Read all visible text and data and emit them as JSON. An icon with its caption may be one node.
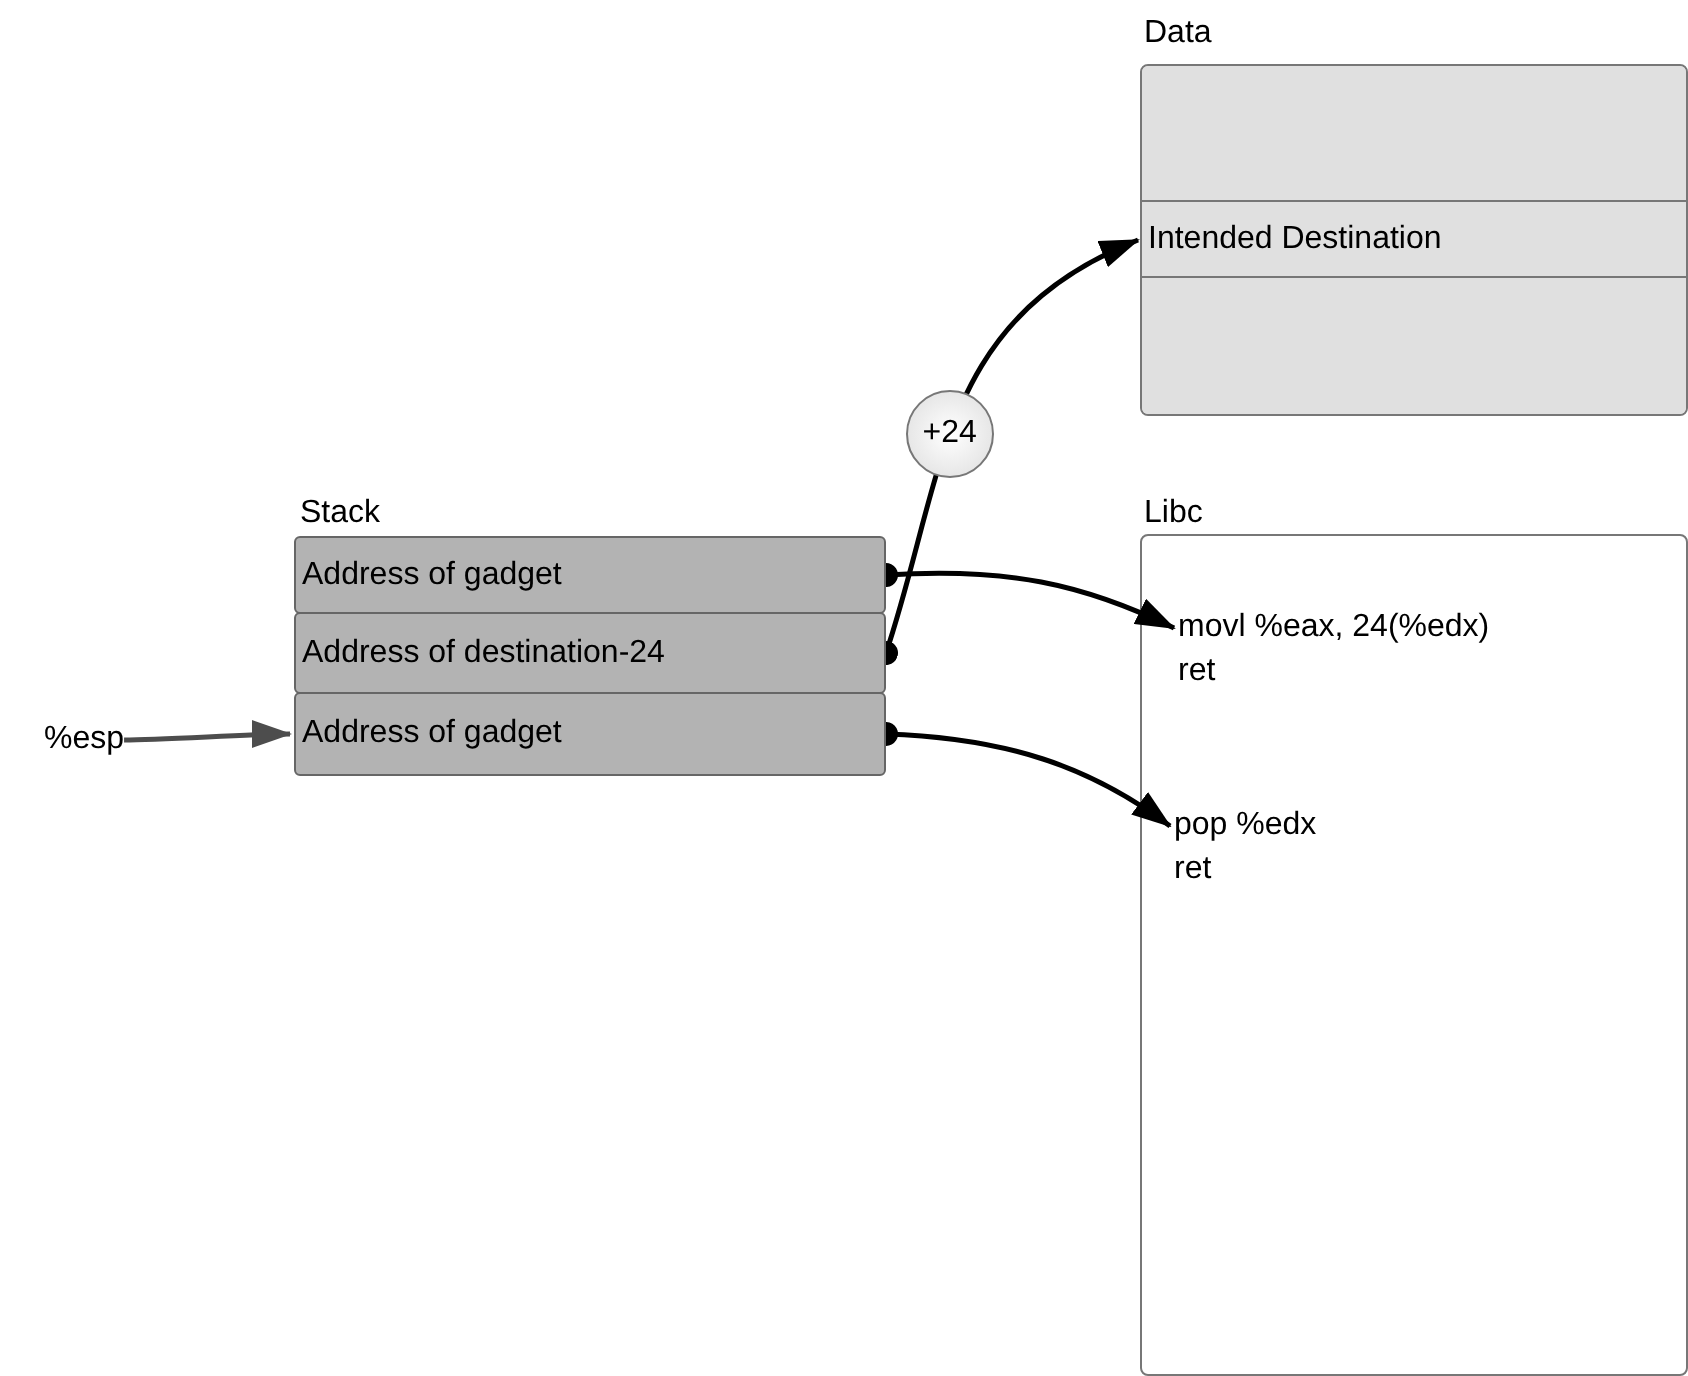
{
  "diagram": {
    "nodes": [
      {
        "text": [
          "Data"
        ]
      },
      {
        "text": [],
        "shape": "box",
        "in": 0
      },
      {
        "text": [
          "Intended Destination"
        ],
        "in": 0
      },
      {
        "text": [],
        "shape": "box",
        "in": 0
      },
      {
        "text": [
          "Address of gadget"
        ]
      },
      {
        "text": [
          "Address of destination-24"
        ]
      },
      {
        "text": [
          "Address of gadget"
        ]
      },
      {
        "text": [
          "Libc"
        ]
      },
      {
        "text": [
          "movl %eax, 24(%edx) ret"
        ],
        "in": 7
      },
      {
        "text": [
          "pop %edx ret"
        ],
        "in": 7
      },
      {
        "text": [
          "%esp"
        ]
      }
    ],
    "edges": [
      {
        "from": 4,
        "to": 8,
        "arrow": "to"
      },
      {
        "from": 5,
        "to": 2,
        "arrow": "to",
        "label": "+24"
      },
      {
        "from": 6,
        "to": 9,
        "arrow": "to"
      },
      {
        "from": 10,
        "to": 6,
        "arrow": "to",
        "color": "#4d4d4d"
      }
    ],
    "labels": [
      "Stack"
    ]
  }
}
